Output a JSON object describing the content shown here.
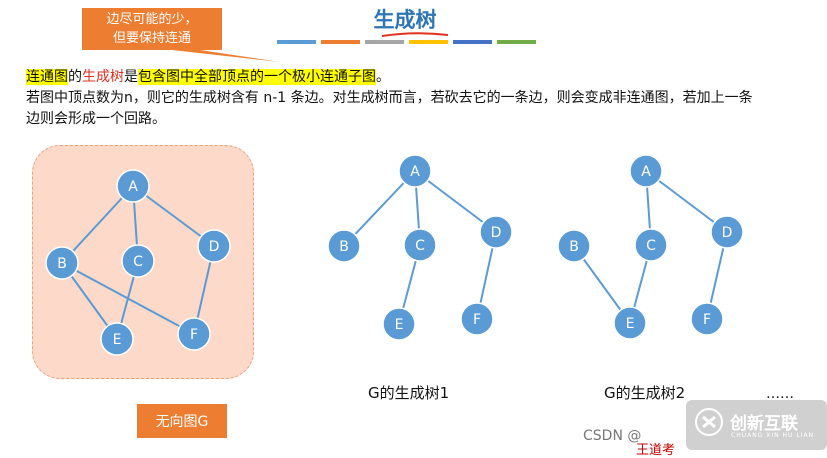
{
  "header": {
    "title": "生成树",
    "color_strip": [
      "#5b9bd5",
      "#ed7d31",
      "#a5a5a5",
      "#ffc000",
      "#4472c4",
      "#70ad47"
    ]
  },
  "callout": {
    "line1": "边尽可能的少，",
    "line2": "但要保持连通",
    "color": "#ed7d31"
  },
  "definition": {
    "part1": "连通图",
    "part2": "的",
    "part3": "生成树",
    "part4": "是",
    "part5": "包含图中全部顶点的一个极小连通子图",
    "part6": "。"
  },
  "paragraph": "若图中顶点数为n，则它的生成树含有 n-1 条边。对生成树而言，若砍去它的一条边，则会变成非连通图，若加上一条边则会形成一个回路。",
  "diagram": {
    "node_fill": "#5b9bd5",
    "node_stroke": "#ffffff",
    "edge_color": "#5b9bd5",
    "graph_label": "无向图G",
    "captions": [
      "G的生成树1",
      "G的生成树2"
    ],
    "ellipsis": "……",
    "graph_g": {
      "nodes": [
        "A",
        "B",
        "C",
        "D",
        "E",
        "F"
      ],
      "edges": [
        [
          "A",
          "B"
        ],
        [
          "A",
          "C"
        ],
        [
          "A",
          "D"
        ],
        [
          "B",
          "E"
        ],
        [
          "B",
          "F"
        ],
        [
          "C",
          "E"
        ],
        [
          "D",
          "F"
        ]
      ]
    },
    "tree1": {
      "nodes": [
        "A",
        "B",
        "C",
        "D",
        "E",
        "F"
      ],
      "edges": [
        [
          "A",
          "B"
        ],
        [
          "A",
          "C"
        ],
        [
          "A",
          "D"
        ],
        [
          "C",
          "E"
        ],
        [
          "D",
          "F"
        ]
      ]
    },
    "tree2": {
      "nodes": [
        "A",
        "B",
        "C",
        "D",
        "E",
        "F"
      ],
      "edges": [
        [
          "A",
          "C"
        ],
        [
          "A",
          "D"
        ],
        [
          "B",
          "E"
        ],
        [
          "C",
          "E"
        ],
        [
          "D",
          "F"
        ]
      ]
    }
  },
  "watermark": {
    "csdn": "CSDN @",
    "brand": "创新互联",
    "brand_sub": "CHUANG XIN HU LIAN",
    "bottom_text": "王道考"
  }
}
